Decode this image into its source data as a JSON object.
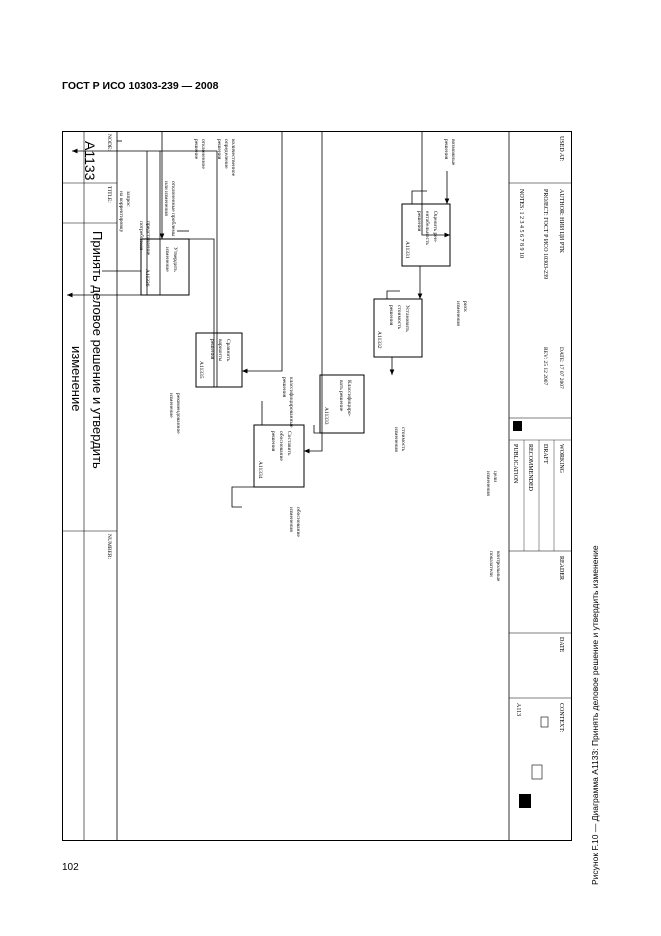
{
  "header": {
    "doc_id": "ГОСТ Р ИСО 10303-239 — 2008"
  },
  "page_number": "102",
  "caption": "Рисунок F.10 — Диаграмма А1133: Принять деловое решение и утвердить изменение",
  "frame": {
    "used_at": "USED AT:",
    "author": "AUTHOR: НИИ ЦИ РТК",
    "project": "PROJECT: ГОСТ Р ИСО 10303-239",
    "notes": "NOTES: 1 2 3 4 5 6 7 8 9 10",
    "date": "DATE: 17 07 2007",
    "rev": "REV: 25 12 2007",
    "working": "WORKING",
    "draft": "DRAFT",
    "recommended": "RECOMMENDED",
    "publication": "PUBLICATION",
    "reader": "READER",
    "date2": "DATE",
    "context": "CONTEXT:",
    "context_node": "A113",
    "node_label": "NODE:",
    "node_value": "A1133",
    "title_label": "TITLE:",
    "title_line1": "Принять деловое решение и утвердить",
    "title_line2": "изменение",
    "number_label": "NUMBER:"
  },
  "boxes": [
    {
      "id": "A11331",
      "lines": [
        "Оценить рен-",
        "ентабельность",
        "решения"
      ],
      "num": "A11331"
    },
    {
      "id": "A11332",
      "lines": [
        "Установить",
        "стоимость",
        "решения"
      ],
      "num": "A11332"
    },
    {
      "id": "A11333",
      "lines": [
        "Классифициро-",
        "вать решение"
      ],
      "num": "A11333"
    },
    {
      "id": "A11334",
      "lines": [
        "Составить",
        "обоснование",
        "решения"
      ],
      "num": "A11334"
    },
    {
      "id": "A11335",
      "lines": [
        "Сравнить",
        "варианты",
        "решения"
      ],
      "num": "A11335"
    },
    {
      "id": "A11336",
      "lines": [
        "Утвердить",
        "изменение"
      ],
      "num": "A11336"
    }
  ],
  "arrow_labels": {
    "input_proposals": [
      "возможные",
      "решения"
    ],
    "quantitative": [
      "количественное",
      "определение",
      "решения"
    ],
    "change_risk": [
      "риск",
      "изменения"
    ],
    "change_cost": [
      "стоимость",
      "изменения"
    ],
    "classified": [
      "классифицированные",
      "решения"
    ],
    "change_goals": [
      "цели",
      "изменения"
    ],
    "control_points": [
      "контрольные",
      "показатели"
    ],
    "justification": [
      "обоснование",
      "изменения"
    ],
    "recommended": [
      "рекомендованное",
      "изменение"
    ],
    "customer_rep": [
      "представление",
      "потребителя"
    ],
    "rejected": [
      "отклоненное",
      "решение"
    ],
    "rejected_problems": [
      "отклоненные проблемы",
      "или изменения"
    ],
    "correction": [
      "запрос",
      "на корректировку"
    ]
  }
}
